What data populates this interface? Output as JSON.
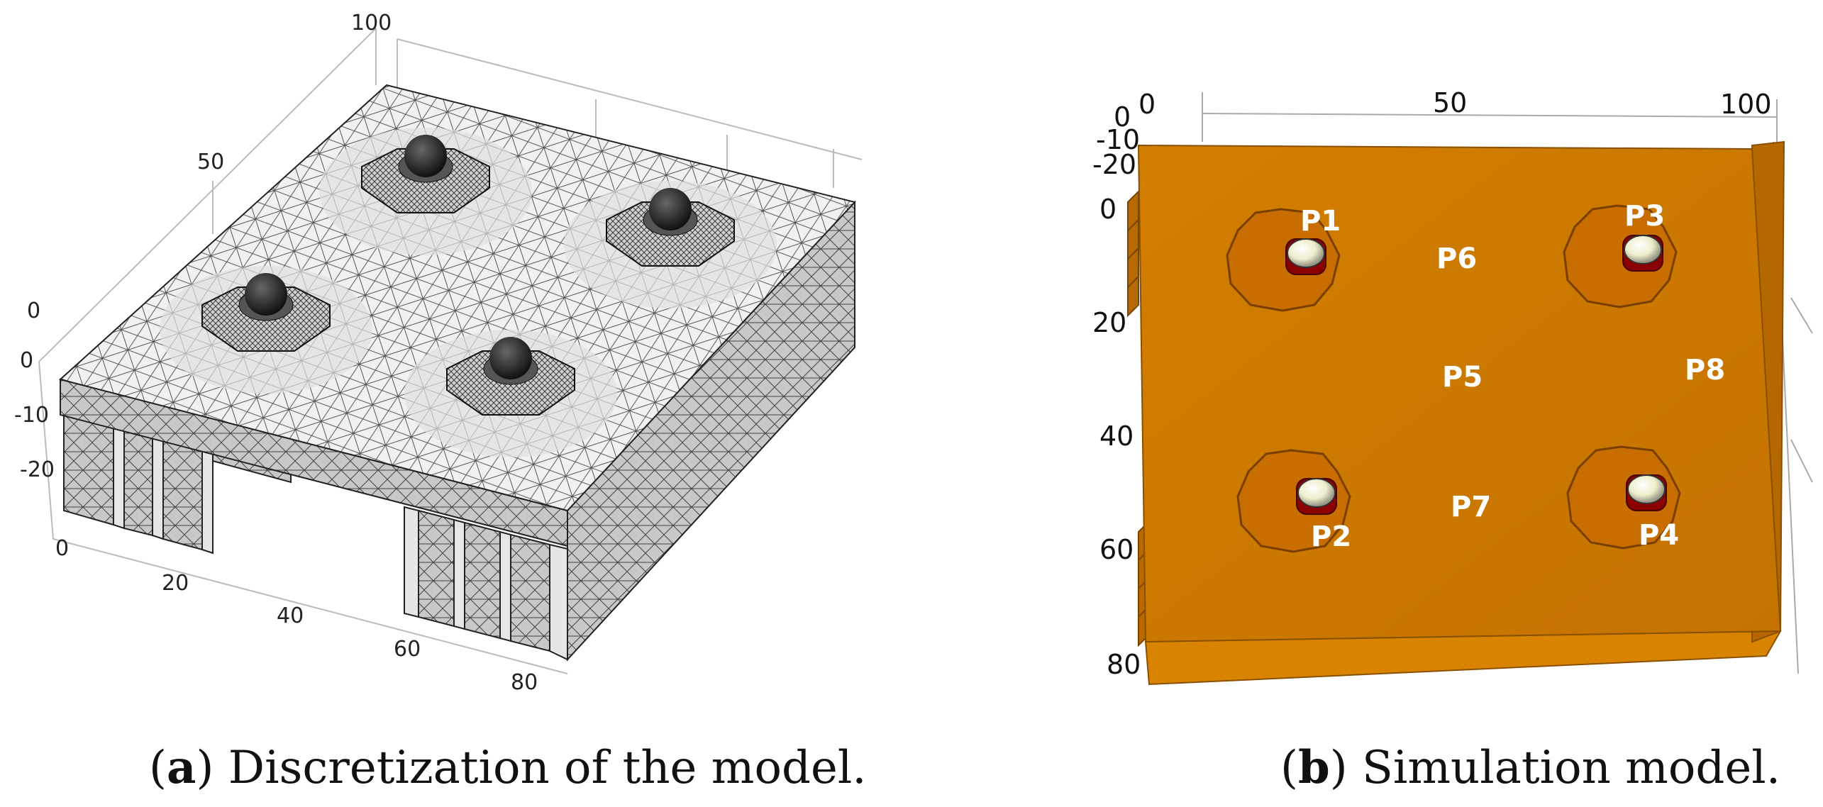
{
  "panel_a": {
    "caption_letter": "a",
    "caption_text": " Discretization of the model.",
    "ticks": {
      "depth_top": "100",
      "depth_mid": "50",
      "depth_zero": "0",
      "z_0": "0",
      "z_m10": "-10",
      "z_m20": "-20",
      "x_0": "0",
      "x_20": "20",
      "x_40": "40",
      "x_60": "60",
      "x_80": "80"
    },
    "colors": {
      "surface": "#f0f0f0",
      "side": "#d8d8d8",
      "mesh": "#333333",
      "dome": "#1a1a1a"
    }
  },
  "panel_b": {
    "caption_letter": "b",
    "caption_text": " Simulation model.",
    "ticks": {
      "top_0": "0",
      "top_50": "50",
      "top_100": "100",
      "left_0a": "0",
      "left_m10": "-10",
      "left_m20": "-20",
      "left_0": "0",
      "left_20": "20",
      "left_40": "40",
      "left_60": "60",
      "left_80": "80"
    },
    "points": {
      "p1": "P1",
      "p2": "P2",
      "p3": "P3",
      "p4": "P4",
      "p5": "P5",
      "p6": "P6",
      "p7": "P7",
      "p8": "P8"
    },
    "colors": {
      "plate": "#cc7a00",
      "plate_edge": "#a85f00",
      "pad": "#c86e00",
      "led_base": "#8b0000",
      "led_lens": "#f2f2e6"
    }
  }
}
